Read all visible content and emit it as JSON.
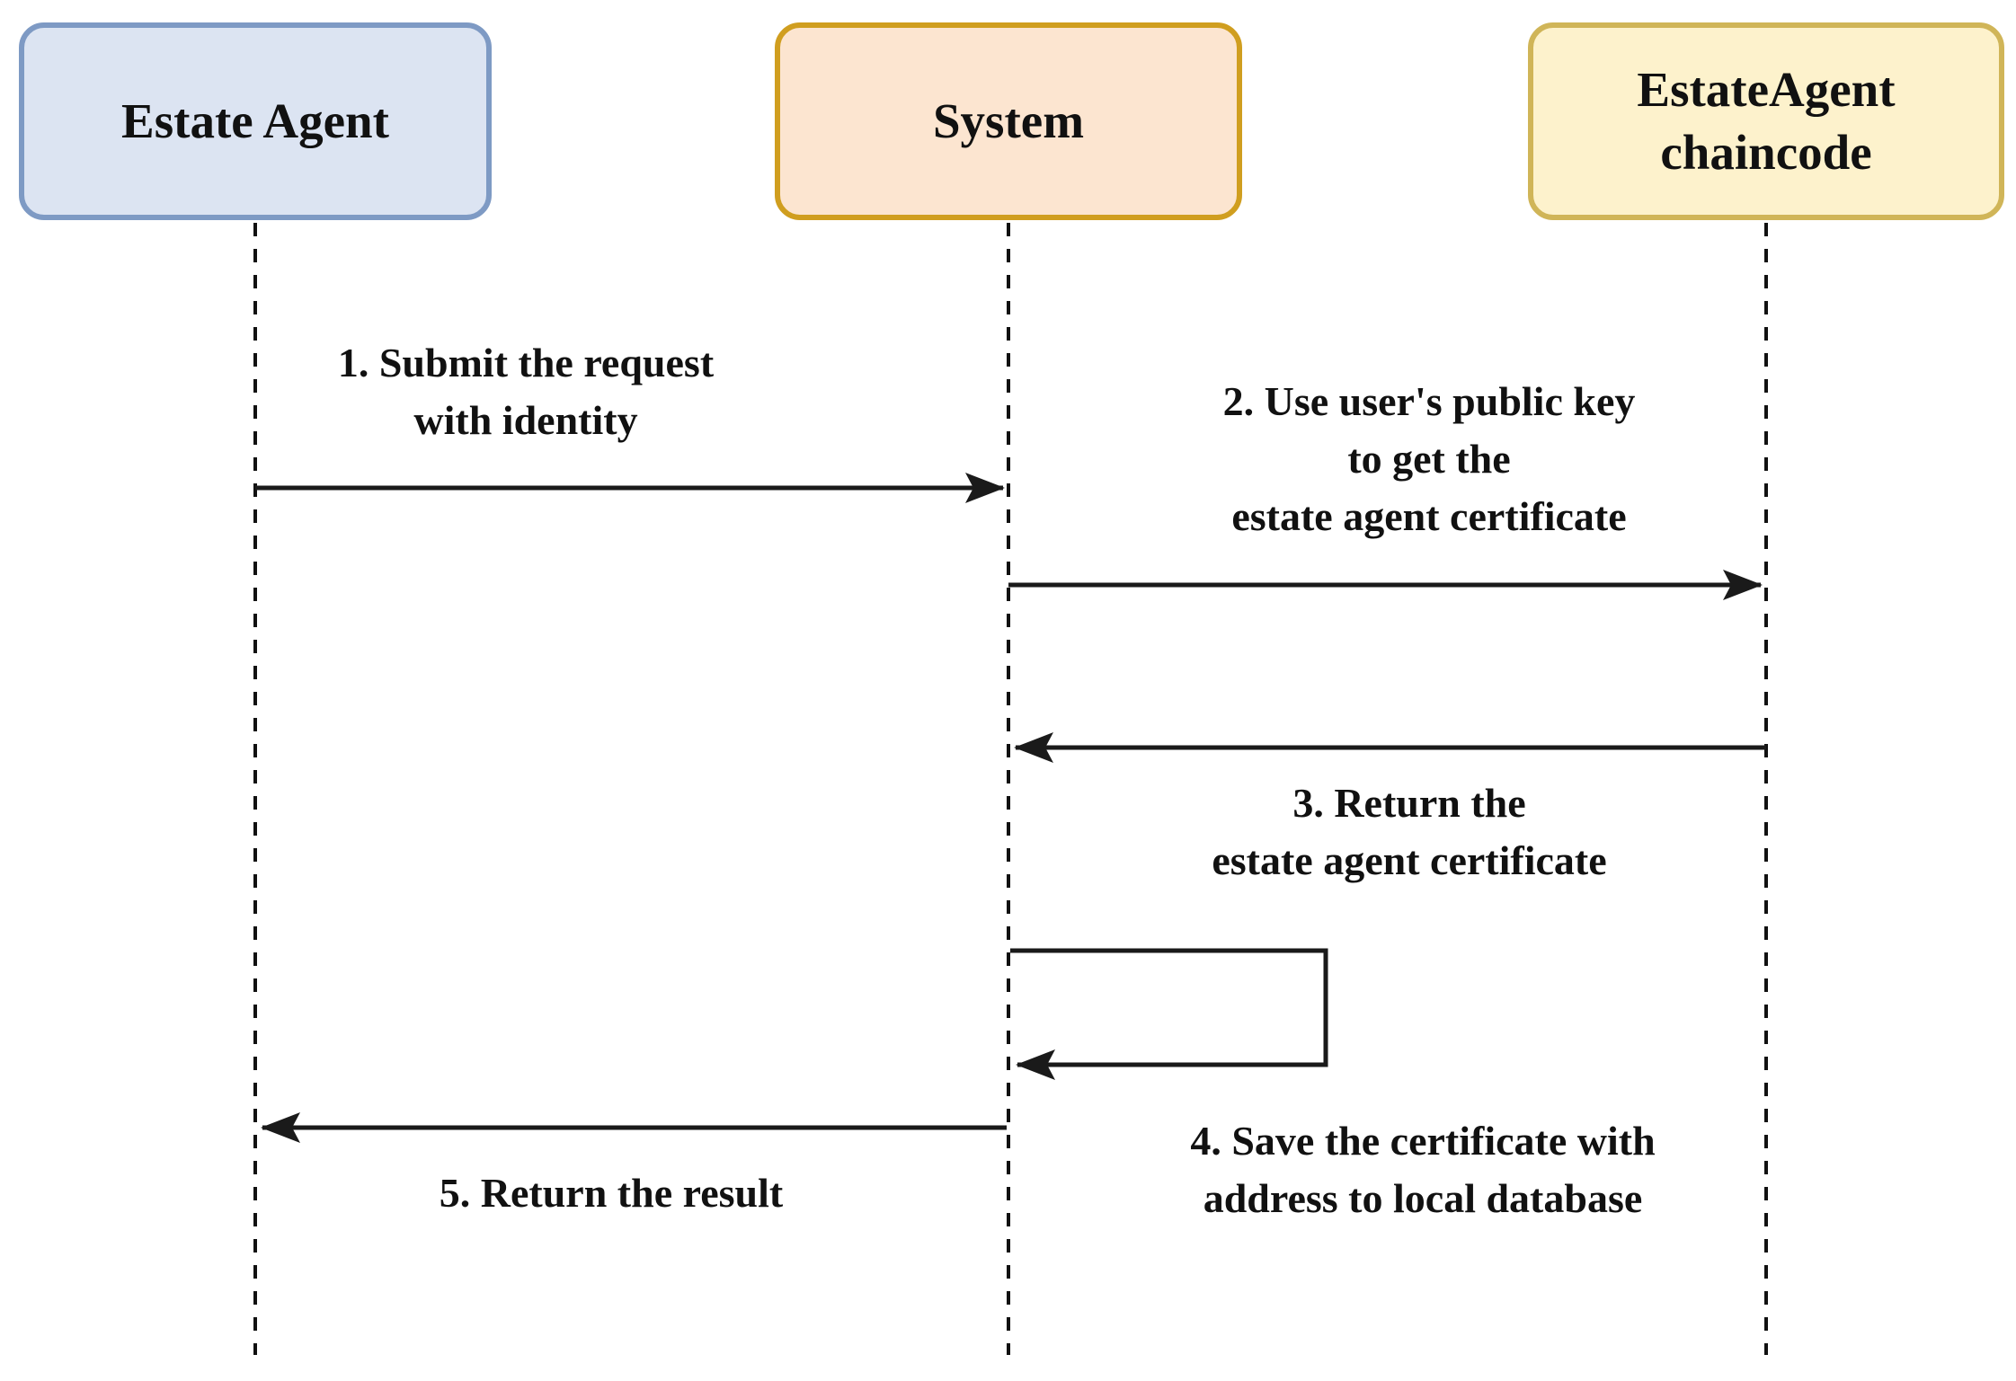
{
  "diagram": {
    "type": "sequence-diagram",
    "actors": [
      {
        "id": "estate-agent",
        "label": "Estate Agent",
        "fill": "#dce4f2",
        "border": "#7e9ac4"
      },
      {
        "id": "system",
        "label": "System",
        "fill": "#fce5d0",
        "border": "#d09e1f"
      },
      {
        "id": "estateagent-chaincode",
        "label": "EstateAgent\nchaincode",
        "fill": "#fdf2cc",
        "border": "#d0b558"
      }
    ],
    "messages": [
      {
        "label": "1. Submit the request\nwith identity",
        "from": "Estate Agent",
        "to": "System"
      },
      {
        "label": "2. Use user's public key\nto get the\nestate agent certificate",
        "from": "System",
        "to": "EstateAgent chaincode"
      },
      {
        "label": "3. Return the\nestate agent certificate",
        "from": "EstateAgent chaincode",
        "to": "System"
      },
      {
        "label": "4. Save the certificate with\naddress to local database",
        "from": "System",
        "to": "System",
        "self_message": true
      },
      {
        "label": "5. Return the result",
        "from": "System",
        "to": "Estate Agent"
      }
    ],
    "colors": {
      "background": "#ffffff",
      "line": "#1a1a1a",
      "text": "#111111"
    }
  }
}
